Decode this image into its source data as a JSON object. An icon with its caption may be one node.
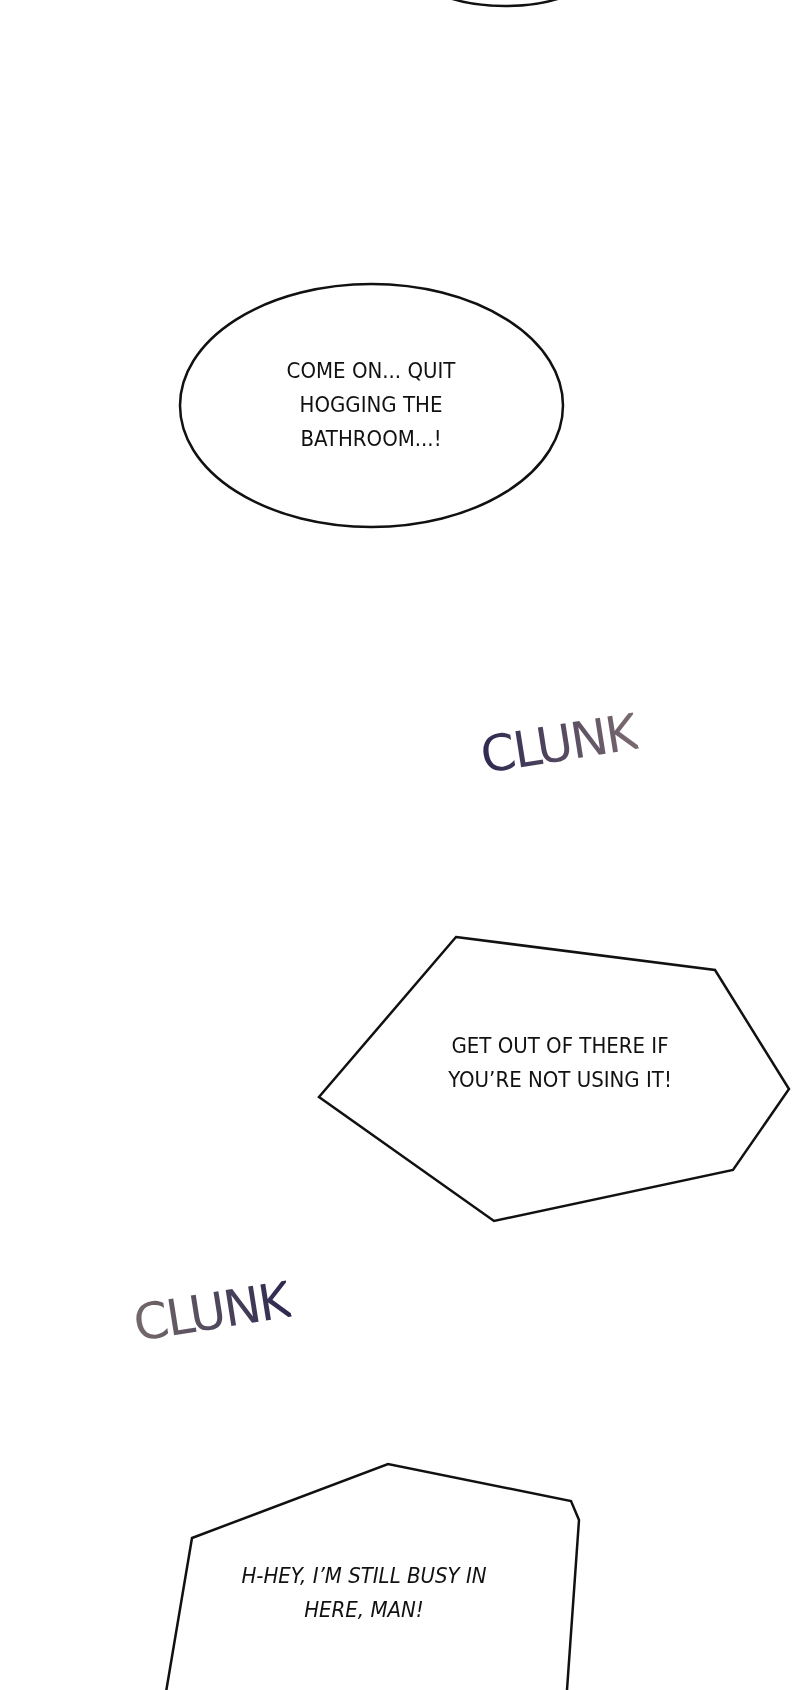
{
  "diagram": {
    "nodes": [
      {
        "text": [],
        "shape": "circle"
      },
      {
        "text": [
          "COME ON... QUIT HOGGING THE BATHROOM...!"
        ]
      },
      {
        "text": [
          "GET OUT OF THERE IF YOU’RE NOT USING IT!"
        ]
      },
      {
        "text": [
          "H-HEY, I’M STILL BUSY IN HERE, MAN!"
        ]
      }
    ],
    "labels": [
      "CLUNK",
      "CLUNK"
    ]
  }
}
